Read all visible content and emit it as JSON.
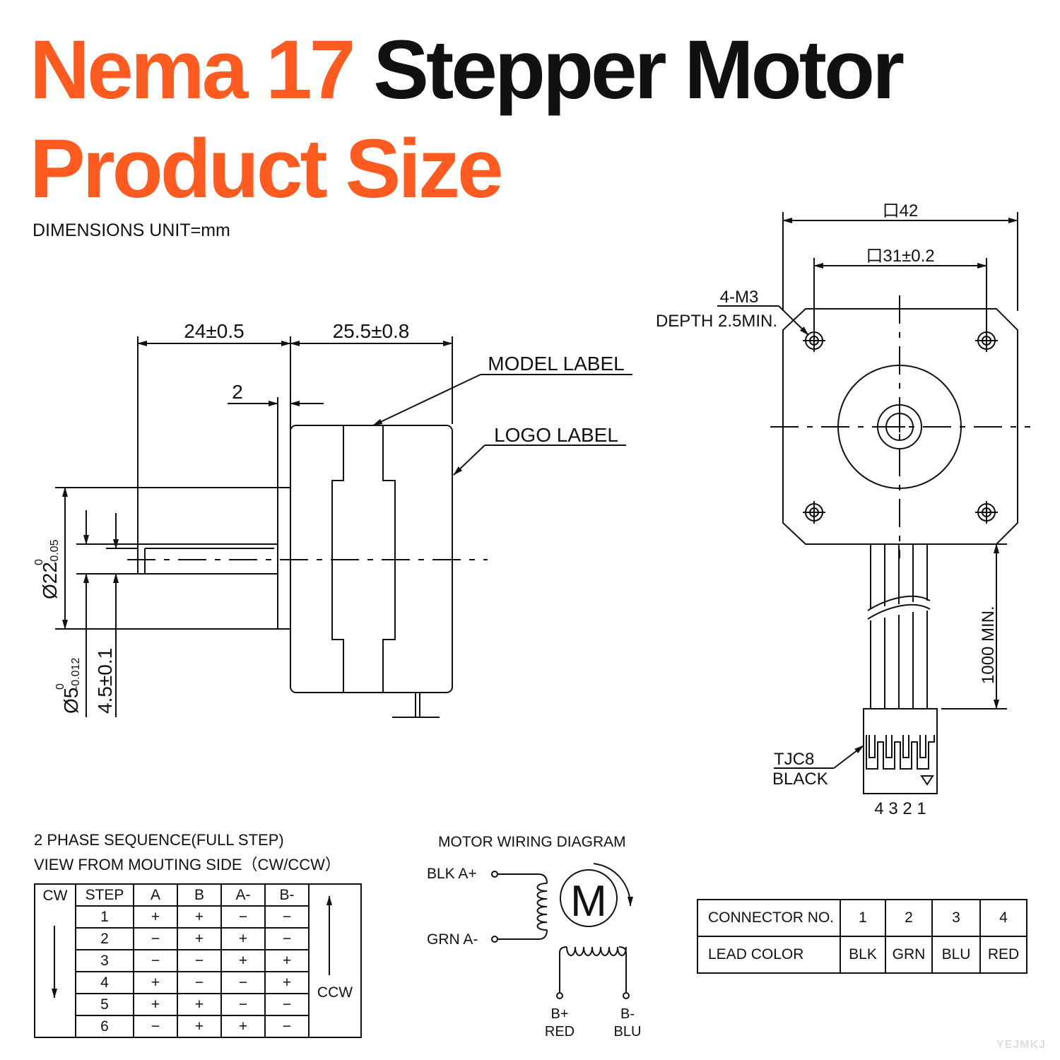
{
  "title": {
    "line1_orange": "Nema 17",
    "line1_black": "Stepper Motor",
    "line2_orange": "Product Size"
  },
  "units": "DIMENSIONS UNIT=mm",
  "side_view": {
    "dim_shaft_length": "24±0.5",
    "dim_body_length": "25.5±0.8",
    "dim_boss": "2",
    "model_label": "MODEL LABEL",
    "logo_label": "LOGO LABEL",
    "dim_boss_dia": "Ø22",
    "dim_boss_dia_tol_upper": "0",
    "dim_boss_dia_tol_lower": "-0.05",
    "dim_shaft_dia": "Ø5",
    "dim_shaft_dia_tol_upper": "0",
    "dim_shaft_dia_tol_lower": "-0.012",
    "dim_flat": "4.5±0.1"
  },
  "front_view": {
    "dim_square": "口42",
    "dim_hole_spacing": "口31±0.2",
    "holes": "4-M3",
    "holes_depth": "DEPTH 2.5MIN.",
    "cable_length": "1000 MIN.",
    "connector": "TJC8",
    "connector_color": "BLACK",
    "pin_numbers": "4 3 2 1"
  },
  "sequence": {
    "heading1": "2 PHASE SEQUENCE(FULL STEP)",
    "heading2": "VIEW FROM MOUTING SIDE（CW/CCW）",
    "cw": "CW",
    "ccw": "CCW",
    "columns": [
      "STEP",
      "A",
      "B",
      "A-",
      "B-"
    ],
    "rows": [
      [
        "1",
        "+",
        "+",
        "−",
        "−"
      ],
      [
        "2",
        "−",
        "+",
        "+",
        "−"
      ],
      [
        "3",
        "−",
        "−",
        "+",
        "+"
      ],
      [
        "4",
        "+",
        "−",
        "−",
        "+"
      ],
      [
        "5",
        "+",
        "+",
        "−",
        "−"
      ],
      [
        "6",
        "−",
        "+",
        "+",
        "−"
      ]
    ]
  },
  "wiring": {
    "title": "MOTOR WIRING  DIAGRAM",
    "a_plus": "BLK  A+",
    "a_minus": "GRN  A-",
    "motor_symbol": "M",
    "b_plus": "B+",
    "b_plus_color": "RED",
    "b_minus": "B-",
    "b_minus_color": "BLU"
  },
  "connector_table": {
    "row1_label": "CONNECTOR NO.",
    "row1": [
      "1",
      "2",
      "3",
      "4"
    ],
    "row2_label": "LEAD COLOR",
    "row2": [
      "BLK",
      "GRN",
      "BLU",
      "RED"
    ]
  },
  "watermark": "YEJMKJ",
  "colors": {
    "accent": "#ff5a1f",
    "ink": "#111111"
  }
}
